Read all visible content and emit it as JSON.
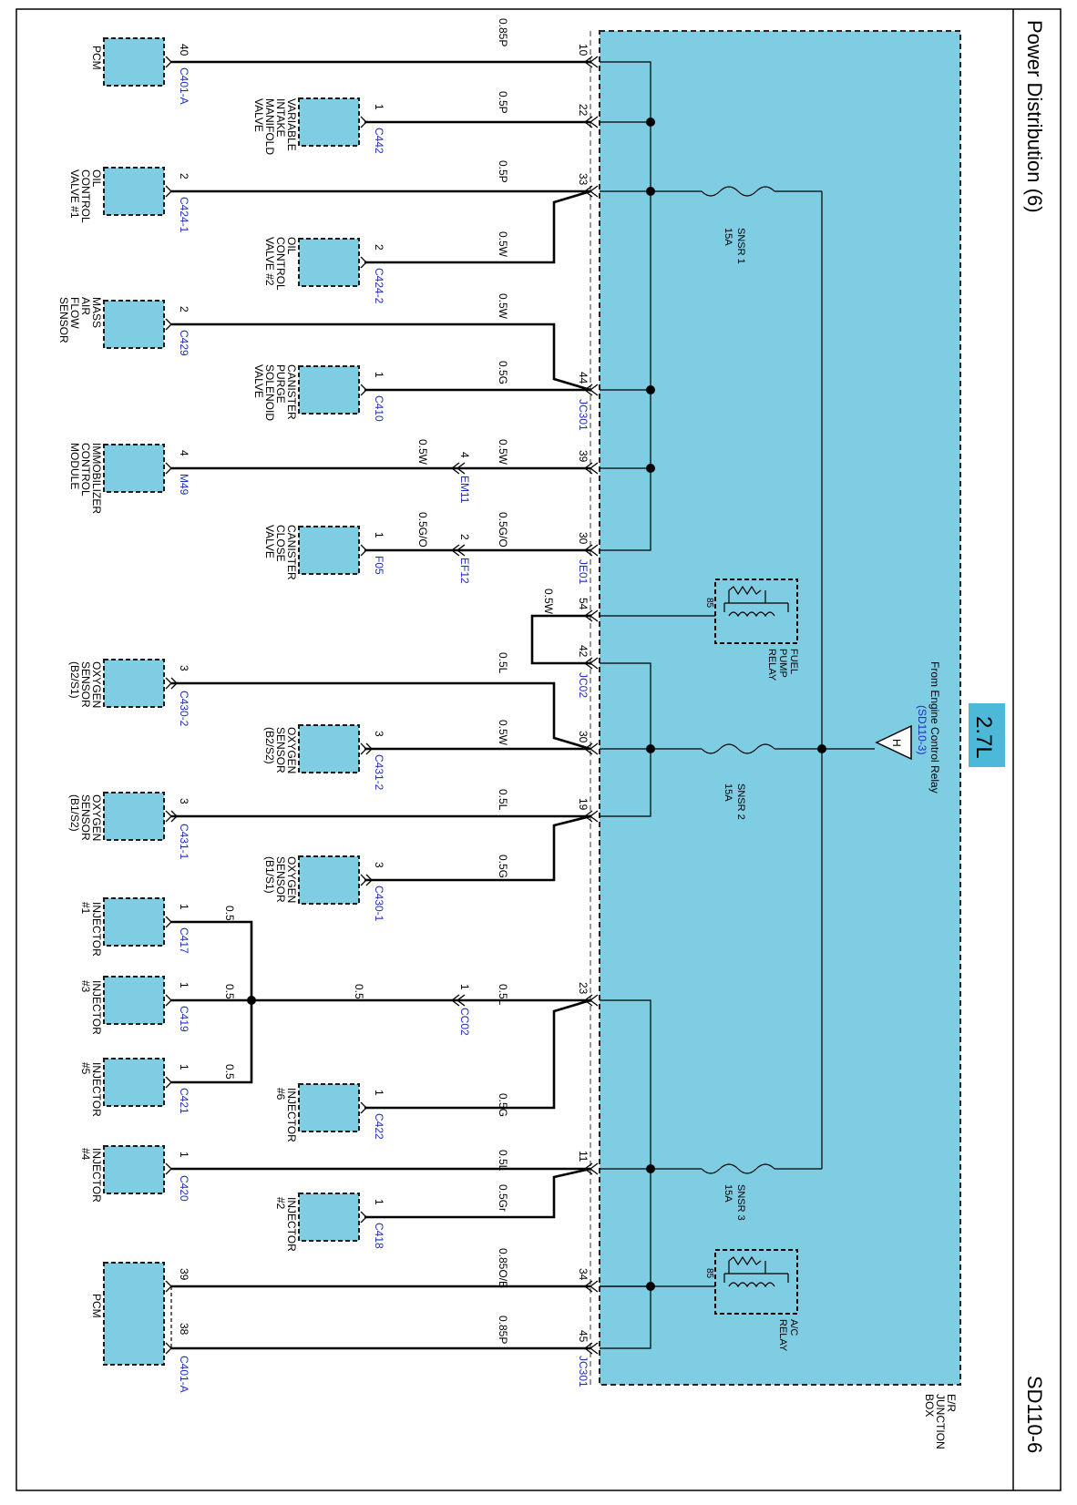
{
  "title": "Power Distribution (6)",
  "code": "SD110-6",
  "engine_badge": "2.7L",
  "jbox_label": [
    "E/R",
    "JUNCTION",
    "BOX"
  ],
  "source": {
    "label": "From Engine Control Relay",
    "ref": "(SD110-3)",
    "symbol": "H"
  },
  "fuses": [
    {
      "name": "SNSR 1",
      "rating": "15A"
    },
    {
      "name": "SNSR 2",
      "rating": "15A"
    },
    {
      "name": "SNSR 3",
      "rating": "15A"
    }
  ],
  "relays": [
    {
      "name": [
        "FUEL",
        "PUMP",
        "RELAY"
      ],
      "pin": "85"
    },
    {
      "name": [
        "A/C",
        "RELAY"
      ],
      "pin": "85"
    }
  ],
  "box_pins": [
    {
      "pin": "10",
      "wire": "0.85P"
    },
    {
      "pin": "22",
      "wire": "0.5P"
    },
    {
      "pin": "33",
      "wire": "0.5P"
    },
    {
      "pin": "",
      "wire": "0.5W"
    },
    {
      "pin": "",
      "wire": "0.5W"
    },
    {
      "pin": "44",
      "wire": "0.5G",
      "conn": "JC301"
    },
    {
      "pin": "39",
      "wire": "0.5W"
    },
    {
      "pin": "30",
      "wire": "0.5G/O",
      "conn": "JE01"
    },
    {
      "pin": "54",
      "wire": "0.5W"
    },
    {
      "pin": "42",
      "wire": "0.5L",
      "conn": "JC02"
    },
    {
      "pin": "30",
      "wire": "0.5W"
    },
    {
      "pin": "19",
      "wire": "0.5L"
    },
    {
      "pin": "",
      "wire": "0.5G"
    },
    {
      "pin": "23",
      "wire": "0.5L"
    },
    {
      "pin": "",
      "wire": "0.5G"
    },
    {
      "pin": "11",
      "wire": "0.5L"
    },
    {
      "pin": "",
      "wire": "0.5Gr"
    },
    {
      "pin": "34",
      "wire": "0.85O/B"
    },
    {
      "pin": "45",
      "wire": "0.85P",
      "conn": "JC301"
    }
  ],
  "inline": [
    {
      "pin": "4",
      "conn": "EM11",
      "wire": "0.5W"
    },
    {
      "pin": "2",
      "conn": "EF12",
      "wire": "0.5G/O"
    },
    {
      "pin": "1",
      "conn": "CC02",
      "wire": "0.5"
    }
  ],
  "components_outer": [
    {
      "name": [
        "PCM"
      ],
      "pin": "40",
      "conn": "C401-A"
    },
    {
      "name": [
        "OIL",
        "CONTROL",
        "VALVE #1"
      ],
      "pin": "2",
      "conn": "C424-1"
    },
    {
      "name": [
        "MASS",
        "AIR",
        "FLOW",
        "SENSOR"
      ],
      "pin": "2",
      "conn": "C429"
    },
    {
      "name": [
        "IMMOBILIZER",
        "CONTROL",
        "MODULE"
      ],
      "pin": "4",
      "conn": "M49"
    },
    {
      "name": [
        "OXYGEN",
        "SENSOR",
        "(B2/S1)"
      ],
      "pin": "3",
      "conn": "C430-2"
    },
    {
      "name": [
        "OXYGEN",
        "SENSOR",
        "(B1/S2)"
      ],
      "pin": "3",
      "conn": "C431-1"
    },
    {
      "name": [
        "INJECTOR",
        "#1"
      ],
      "pin": "1",
      "conn": "C417",
      "wire": "0.5"
    },
    {
      "name": [
        "INJECTOR",
        "#3"
      ],
      "pin": "1",
      "conn": "C419",
      "wire": "0.5"
    },
    {
      "name": [
        "INJECTOR",
        "#5"
      ],
      "pin": "1",
      "conn": "C421",
      "wire": "0.5"
    },
    {
      "name": [
        "INJECTOR",
        "#4"
      ],
      "pin": "1",
      "conn": "C420"
    },
    {
      "name": [
        "PCM"
      ],
      "pin": "39",
      "pin2": "38",
      "conn": "C401-A"
    }
  ],
  "components_inner": [
    {
      "name": [
        "VARIABLE",
        "INTAKE",
        "MANIFOLD",
        "VALVE"
      ],
      "pin": "1",
      "conn": "C442"
    },
    {
      "name": [
        "OIL",
        "CONTROL",
        "VALVE #2"
      ],
      "pin": "2",
      "conn": "C424-2"
    },
    {
      "name": [
        "CANISTER",
        "PURGE",
        "SOLENOID",
        "VALVE"
      ],
      "pin": "1",
      "conn": "C410"
    },
    {
      "name": [
        "CANISTER",
        "CLOSE",
        "VALVE"
      ],
      "pin": "1",
      "conn": "F05"
    },
    {
      "name": [
        "OXYGEN",
        "SENSOR",
        "(B2/S2)"
      ],
      "pin": "3",
      "conn": "C431-2"
    },
    {
      "name": [
        "OXYGEN",
        "SENSOR",
        "(B1/S1)"
      ],
      "pin": "3",
      "conn": "C430-1"
    },
    {
      "name": [
        "INJECTOR",
        "#6"
      ],
      "pin": "1",
      "conn": "C422"
    },
    {
      "name": [
        "INJECTOR",
        "#2"
      ],
      "pin": "1",
      "conn": "C418"
    }
  ],
  "extra_wire_labels": [
    "0.5W",
    "0.5G/O",
    "0.5"
  ]
}
